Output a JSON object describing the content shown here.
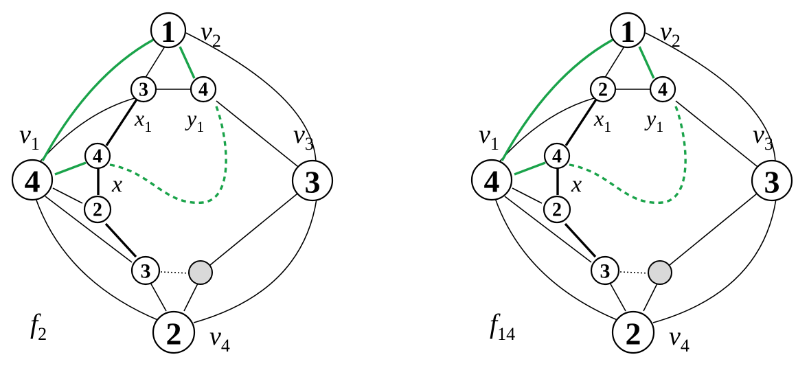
{
  "panels": [
    {
      "caption": {
        "main": "f",
        "sub": "2"
      },
      "nodes": {
        "v2": "1",
        "x1": "3",
        "y1": "4",
        "v1": "4",
        "x": "4",
        "n2": "2",
        "n3": "3",
        "v3": "3",
        "v4": "2"
      },
      "labels": {
        "v1": {
          "main": "v",
          "sub": "1"
        },
        "v2": {
          "main": "v",
          "sub": "2"
        },
        "v3": {
          "main": "v",
          "sub": "3"
        },
        "v4": {
          "main": "v",
          "sub": "4"
        },
        "x1": {
          "main": "x",
          "sub": "1"
        },
        "y1": {
          "main": "y",
          "sub": "1"
        },
        "x": {
          "main": "x"
        }
      }
    },
    {
      "caption": {
        "main": "f",
        "sub": "14"
      },
      "nodes": {
        "v2": "1",
        "x1": "2",
        "y1": "4",
        "v1": "4",
        "x": "4",
        "n2": "2",
        "n3": "3",
        "v3": "3",
        "v4": "2"
      },
      "labels": {
        "v1": {
          "main": "v",
          "sub": "1"
        },
        "v2": {
          "main": "v",
          "sub": "2"
        },
        "v3": {
          "main": "v",
          "sub": "3"
        },
        "v4": {
          "main": "v",
          "sub": "4"
        },
        "x1": {
          "main": "x",
          "sub": "1"
        },
        "y1": {
          "main": "y",
          "sub": "1"
        },
        "x": {
          "main": "x"
        }
      }
    }
  ],
  "colors": {
    "green": "#1aa34a",
    "gray": "#d9d9d9"
  }
}
